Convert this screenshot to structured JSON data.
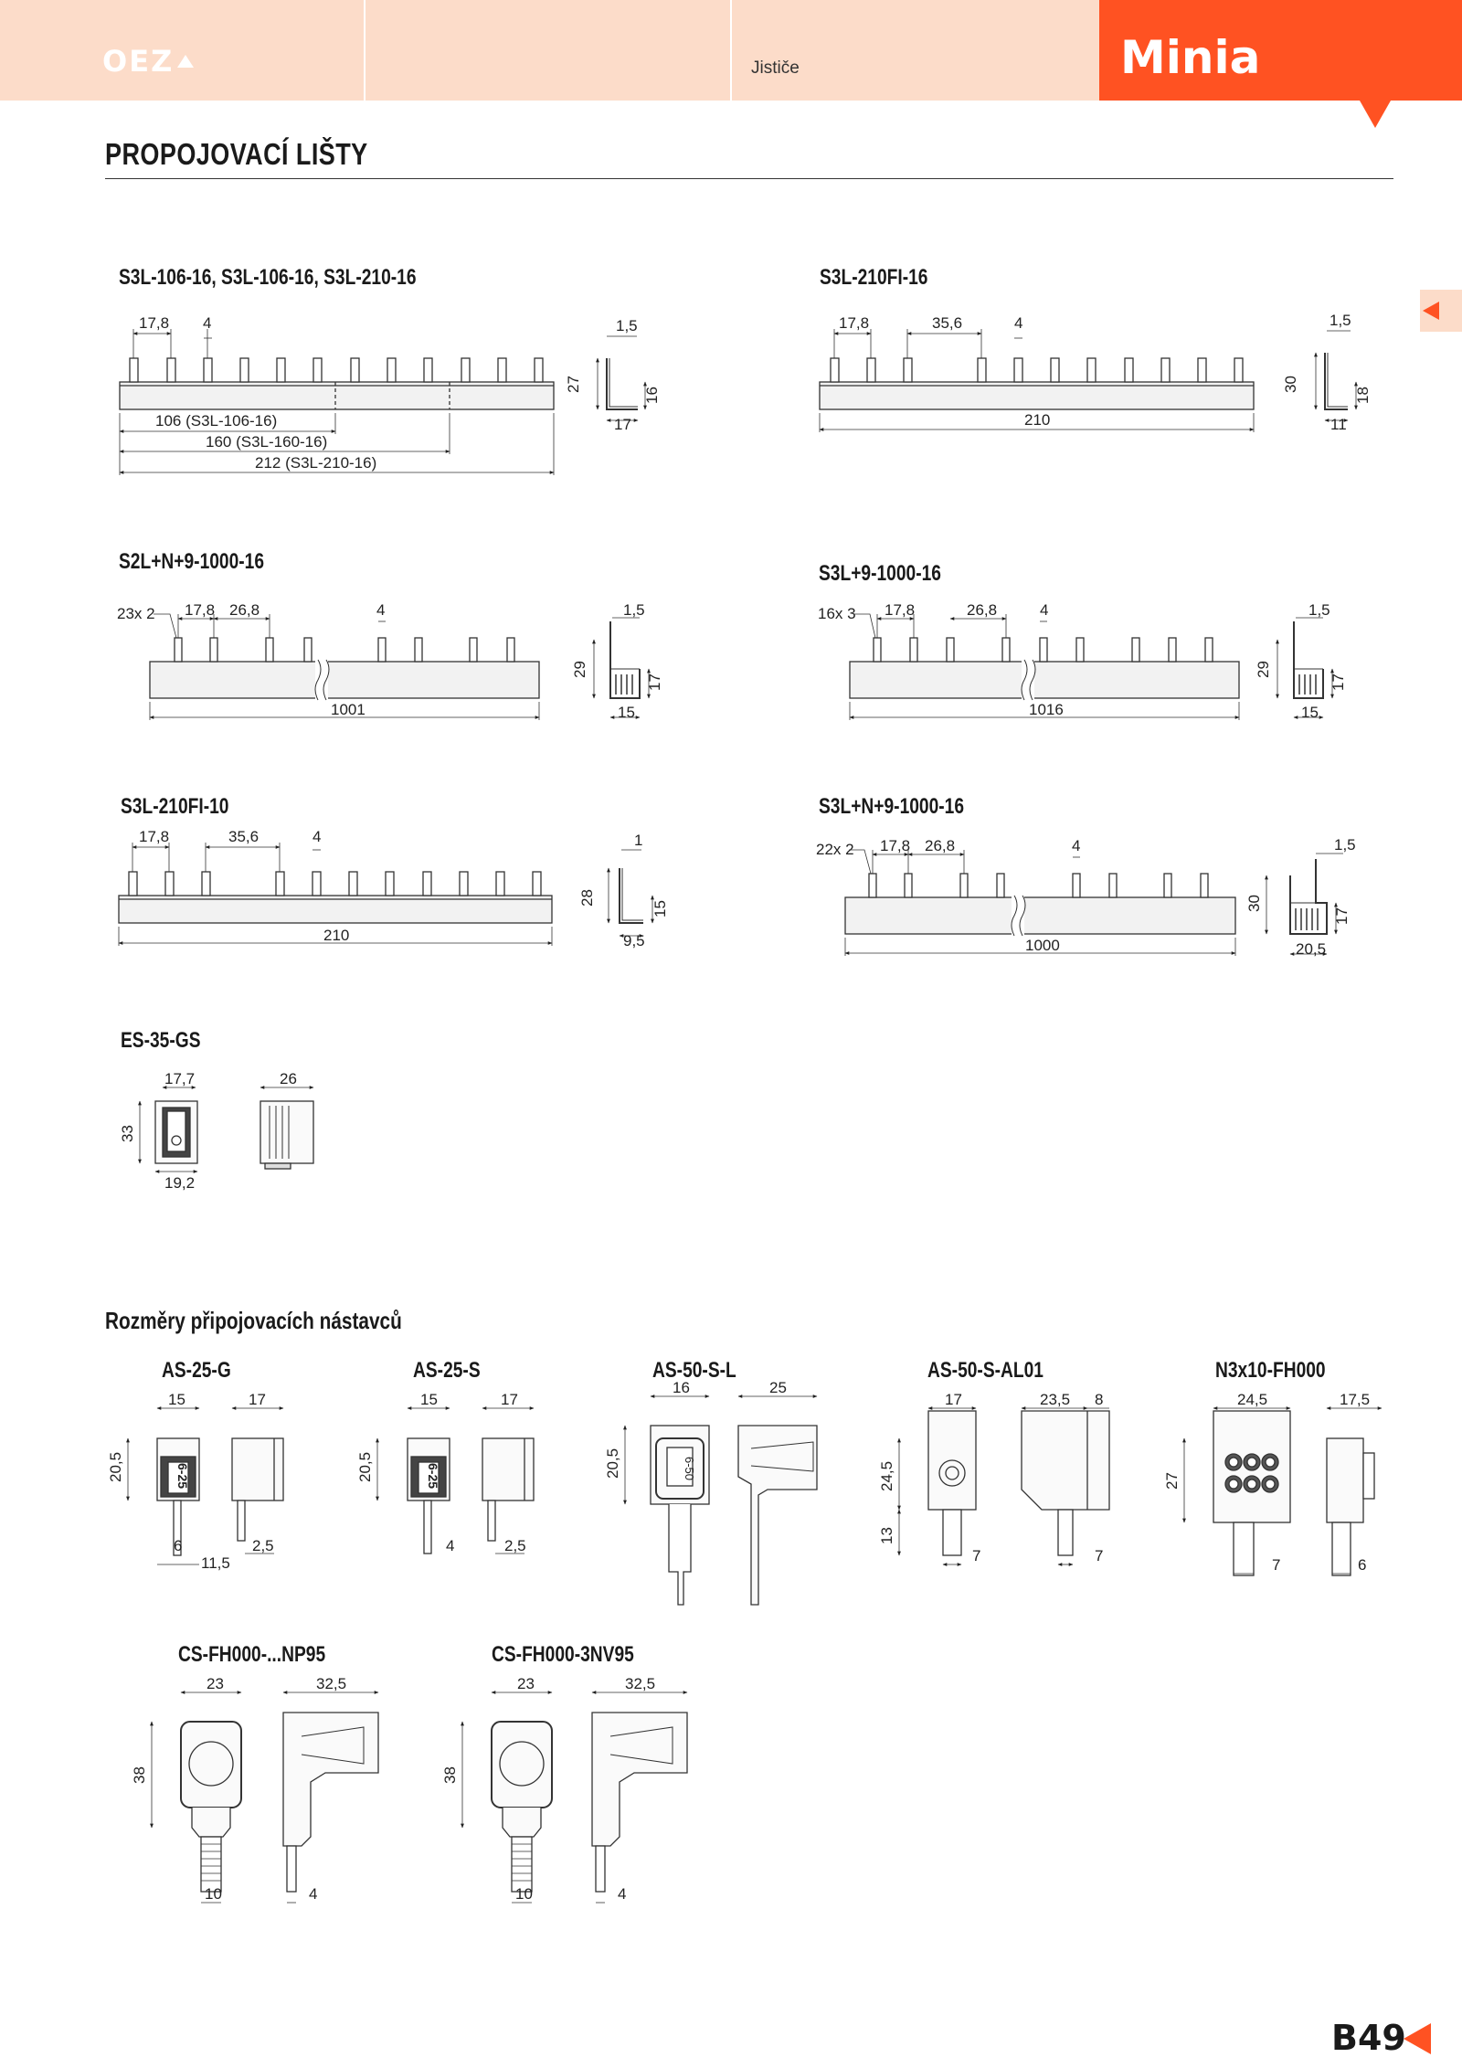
{
  "header": {
    "logo": "OEZ",
    "category": "Jističe",
    "brand": "Minia",
    "colors": {
      "accent": "#ff5222",
      "band": "#fcdcc9"
    }
  },
  "page_title": "PROPOJOVACÍ LIŠTY",
  "sections": {
    "s1": {
      "title": "S3L-106-16, S3L-106-16, S3L-210-16",
      "dims": [
        "17,8",
        "4",
        "1,5",
        "27",
        "16",
        "17",
        "106 (S3L-106-16)",
        "160 (S3L-160-16)",
        "212 (S3L-210-16)"
      ]
    },
    "s2": {
      "title": "S3L-210FI-16",
      "dims": [
        "17,8",
        "35,6",
        "4",
        "1,5",
        "30",
        "18",
        "11",
        "210"
      ]
    },
    "s3": {
      "title": "S2L+N+9-1000-16",
      "dims": [
        "23x 2",
        "17,8",
        "26,8",
        "4",
        "1,5",
        "29",
        "17",
        "1001",
        "15"
      ]
    },
    "s4": {
      "title": "S3L+9-1000-16",
      "dims": [
        "16x 3",
        "17,8",
        "26,8",
        "4",
        "1,5",
        "29",
        "17",
        "1016",
        "15"
      ]
    },
    "s5": {
      "title": "S3L-210FI-10",
      "dims": [
        "17,8",
        "35,6",
        "4",
        "1",
        "28",
        "15",
        "210",
        "9,5"
      ]
    },
    "s6": {
      "title": "S3L+N+9-1000-16",
      "dims": [
        "22x 2",
        "17,8",
        "26,8",
        "4",
        "1,5",
        "30",
        "17",
        "1000",
        "20,5"
      ]
    },
    "s7": {
      "title": "ES-35-GS",
      "dims": [
        "17,7",
        "26",
        "33",
        "19,2"
      ]
    }
  },
  "connectors": {
    "title": "Rozměry připojovacích nástavců",
    "items": {
      "c1": {
        "title": "AS-25-G",
        "dims": [
          "15",
          "17",
          "20,5",
          "6",
          "11,5",
          "2,5"
        ],
        "marking": "6-25"
      },
      "c2": {
        "title": "AS-25-S",
        "dims": [
          "15",
          "17",
          "20,5",
          "4",
          "2,5"
        ],
        "marking": "6-25"
      },
      "c3": {
        "title": "AS-50-S-L",
        "dims": [
          "16",
          "25",
          "20,5"
        ],
        "marking": "6-50"
      },
      "c4": {
        "title": "AS-50-S-AL01",
        "dims": [
          "17",
          "23,5",
          "8",
          "24,5",
          "13",
          "7",
          "7"
        ]
      },
      "c5": {
        "title": "N3x10-FH000",
        "dims": [
          "24,5",
          "17,5",
          "27",
          "7",
          "6"
        ]
      },
      "c6": {
        "title": "CS-FH000-...NP95",
        "dims": [
          "23",
          "32,5",
          "38",
          "10",
          "4"
        ]
      },
      "c7": {
        "title": "CS-FH000-3NV95",
        "dims": [
          "23",
          "32,5",
          "38",
          "10",
          "4"
        ]
      }
    }
  },
  "footer": {
    "page_number": "B49"
  }
}
